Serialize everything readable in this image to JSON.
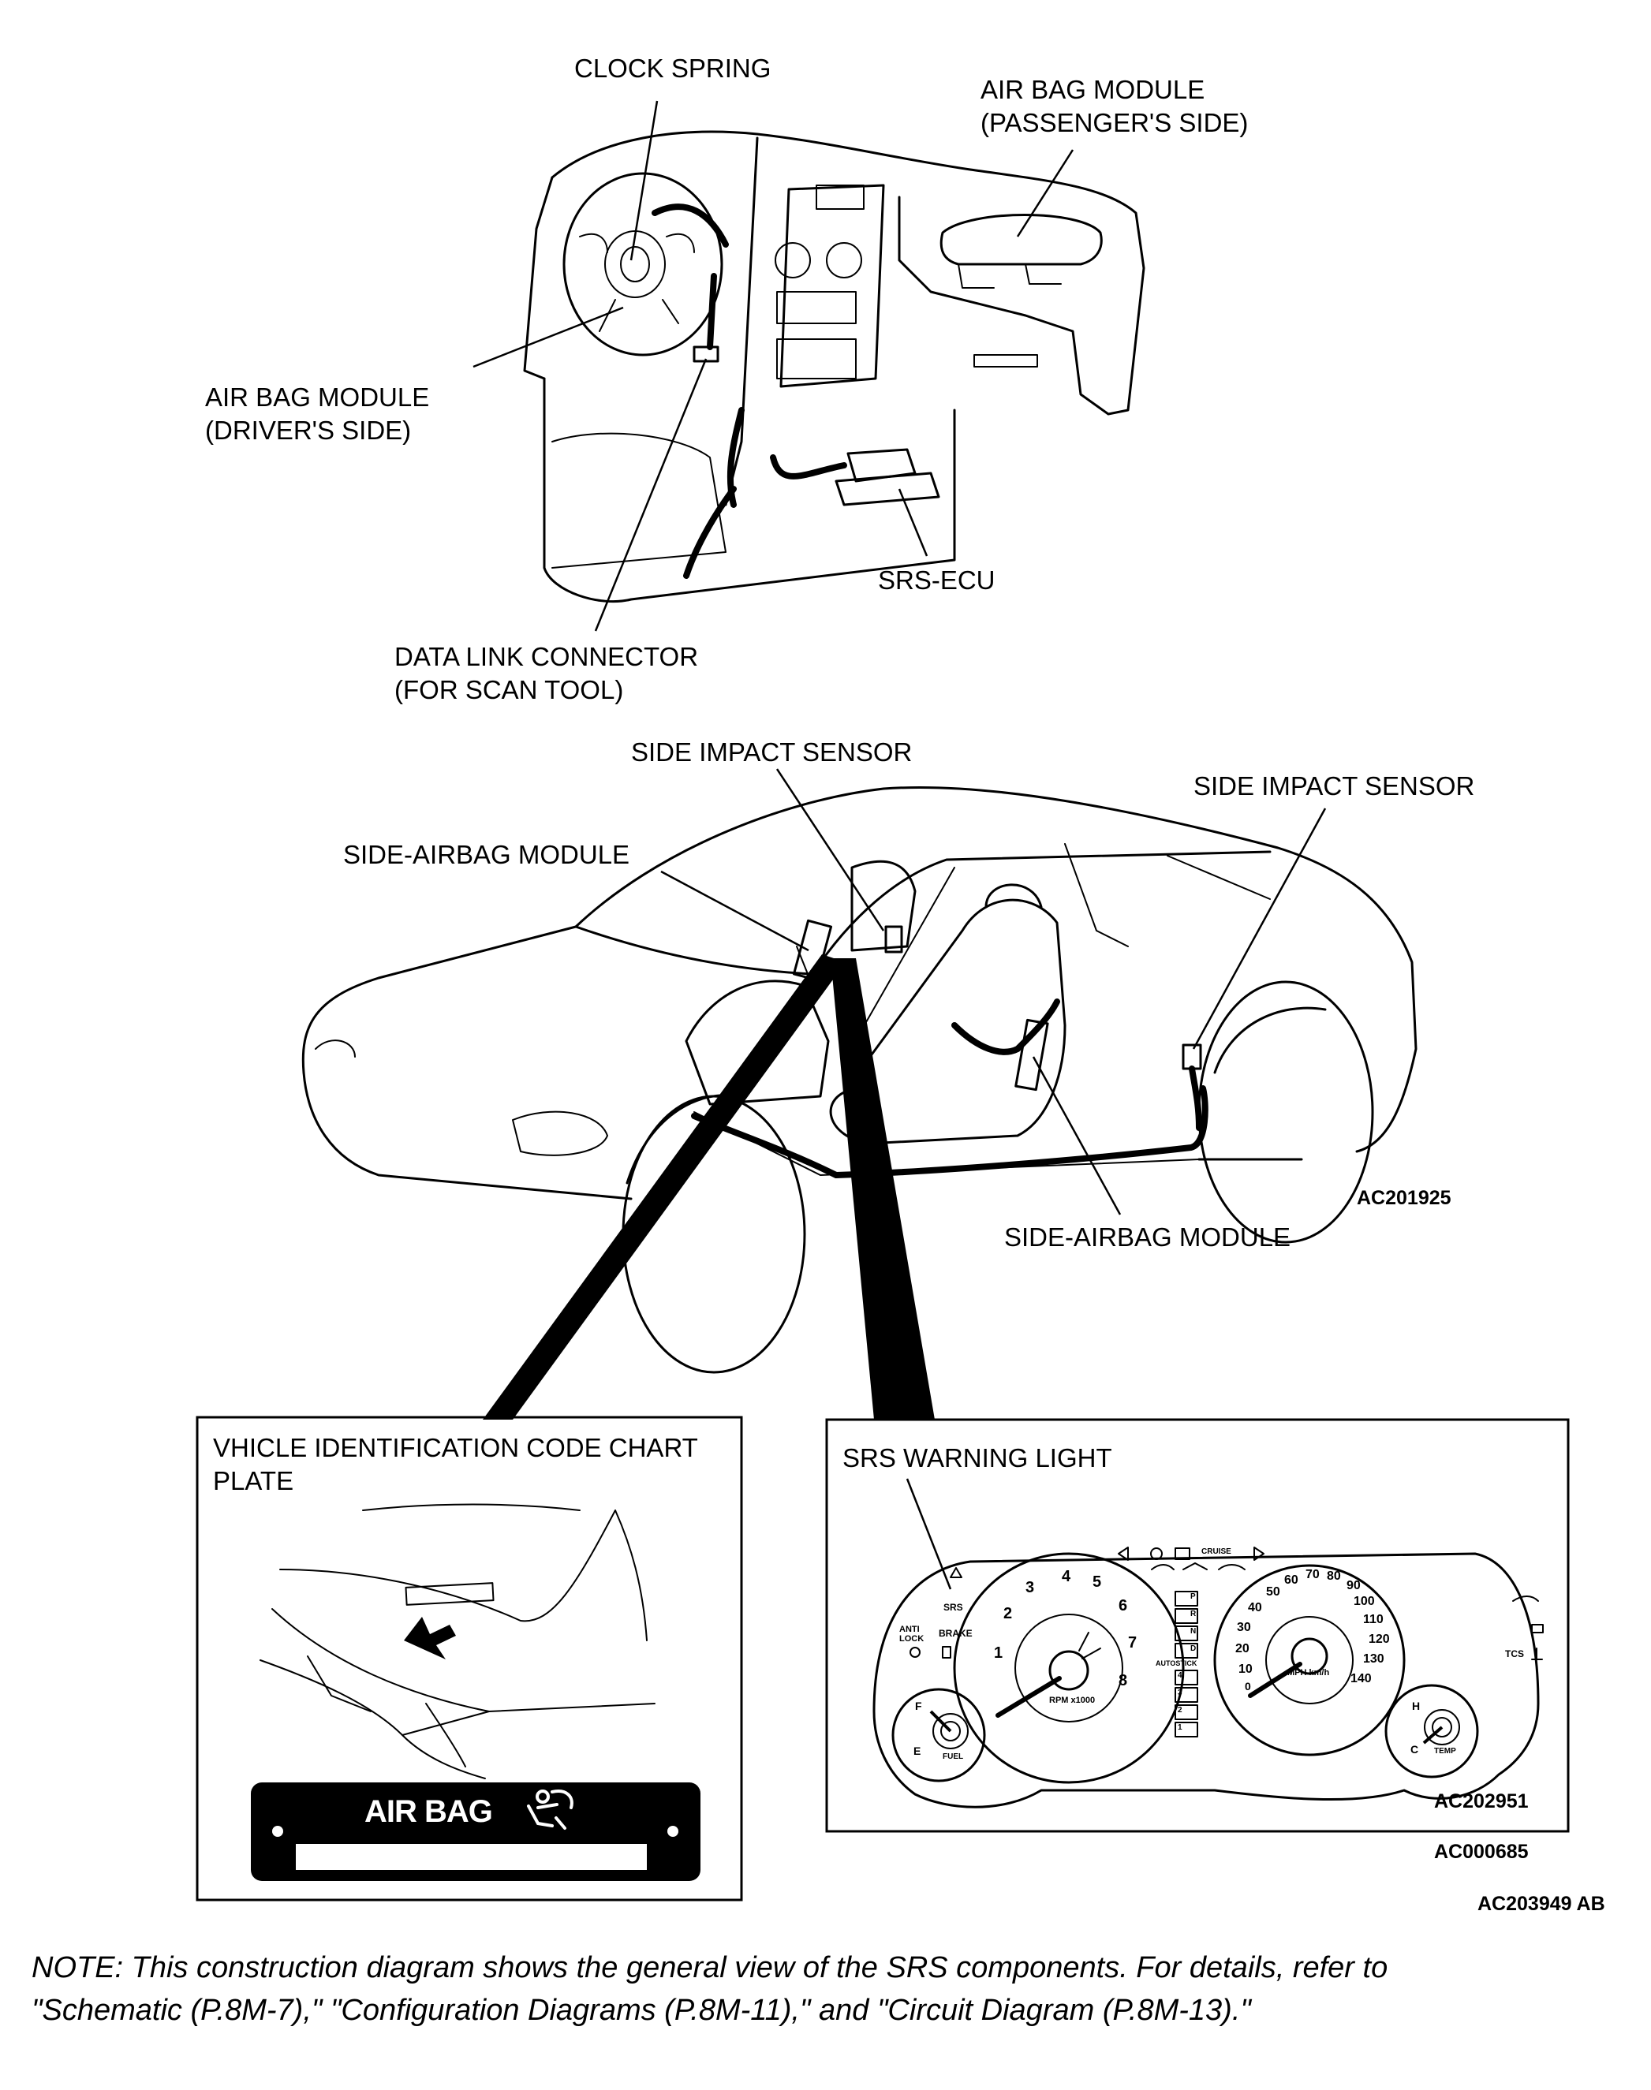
{
  "labels": {
    "clock_spring": "CLOCK SPRING",
    "airbag_passenger": "AIR BAG MODULE\n(PASSENGER'S SIDE)",
    "airbag_driver": "AIR BAG MODULE\n(DRIVER'S SIDE)",
    "srs_ecu": "SRS-ECU",
    "data_link_connector": "DATA LINK CONNECTOR\n(FOR SCAN TOOL)",
    "side_impact_sensor_center": "SIDE IMPACT SENSOR",
    "side_impact_sensor_right": "SIDE IMPACT SENSOR",
    "side_airbag_left": "SIDE-AIRBAG MODULE",
    "side_airbag_right": "SIDE-AIRBAG MODULE",
    "vin_plate_title": "VHICLE IDENTIFICATION CODE CHART\nPLATE",
    "srs_warning_light": "SRS WARNING LIGHT",
    "airbag_plate_text": "AIR BAG"
  },
  "codes": {
    "car_figure": "AC201925",
    "cluster_figure": "AC202951",
    "plate_figure": "AC000685",
    "page_figure": "AC203949 AB"
  },
  "gauges": {
    "tach_ticks": [
      "1",
      "2",
      "3",
      "4",
      "5",
      "6",
      "7",
      "8"
    ],
    "tach_unit": "RPM x1000",
    "speed_ticks_mph": [
      "0",
      "10",
      "20",
      "30",
      "40",
      "50",
      "60",
      "70",
      "80",
      "90",
      "100",
      "110",
      "120",
      "130",
      "140"
    ],
    "speed_unit": "MPH km/h",
    "gear_positions": [
      "P",
      "R",
      "N",
      "D",
      "4",
      "3",
      "2",
      "1"
    ],
    "gear_heading": "AUTOSTICK",
    "fuel_marks": [
      "F",
      "E"
    ],
    "fuel_label": "FUEL",
    "temp_marks": [
      "H",
      "C"
    ],
    "temp_label": "TEMP",
    "indicator_labels": [
      "SRS",
      "ANTI LOCK",
      "BRAKE",
      "TCS",
      "CRUISE"
    ]
  },
  "note": {
    "line1": "NOTE: This construction diagram shows the general view of the SRS components. For details, refer to",
    "line2": "\"Schematic (P.8M-7),\" \"Configuration Diagrams (P.8M-11),\" and \"Circuit Diagram (P.8M-13).\""
  }
}
